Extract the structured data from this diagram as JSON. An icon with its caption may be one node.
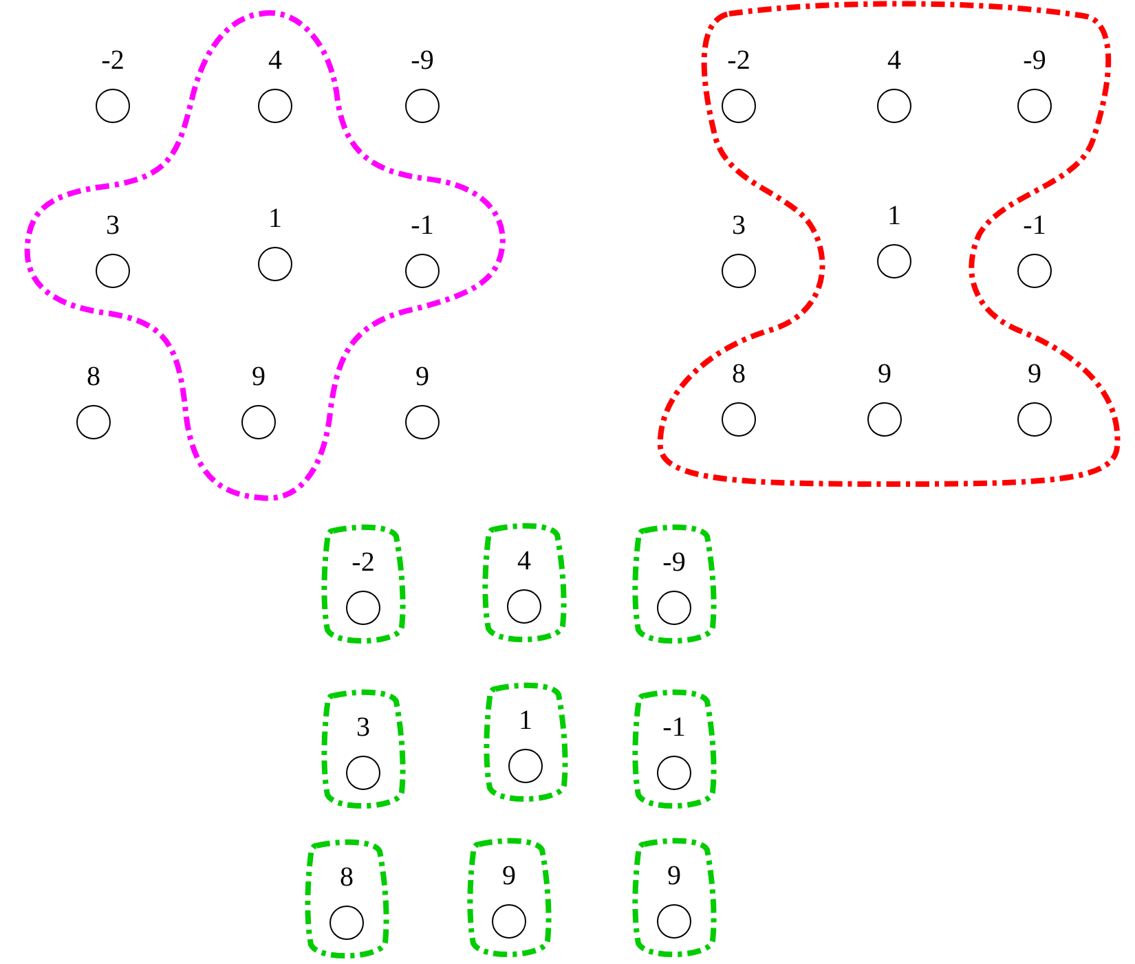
{
  "diagram": {
    "nodes": [
      {
        "text": [],
        "shape": "blob"
      },
      {
        "text": [
          "-2"
        ]
      },
      {
        "text": [
          "4"
        ],
        "in": 0
      },
      {
        "text": [
          "-9"
        ]
      },
      {
        "text": [
          "3"
        ],
        "in": 0
      },
      {
        "text": [
          "1"
        ],
        "in": 0
      },
      {
        "text": [
          "-1"
        ],
        "in": 0
      },
      {
        "text": [
          "8"
        ]
      },
      {
        "text": [
          "9"
        ],
        "in": 0
      },
      {
        "text": [
          "9"
        ]
      },
      {
        "text": [],
        "shape": "blob"
      },
      {
        "text": [
          "-2"
        ],
        "in": 10
      },
      {
        "text": [
          "4"
        ],
        "in": 10
      },
      {
        "text": [
          "-9"
        ],
        "in": 10
      },
      {
        "text": [
          "3"
        ]
      },
      {
        "text": [
          "1"
        ],
        "in": 10
      },
      {
        "text": [
          "-1"
        ]
      },
      {
        "text": [
          "8"
        ],
        "in": 10
      },
      {
        "text": [
          "9"
        ],
        "in": 10
      },
      {
        "text": [
          "9"
        ],
        "in": 10
      },
      {
        "text": [],
        "shape": "blob"
      },
      {
        "text": [
          "-2"
        ],
        "in": 20
      },
      {
        "text": [],
        "shape": "blob"
      },
      {
        "text": [
          "4"
        ],
        "in": 22
      },
      {
        "text": [],
        "shape": "blob"
      },
      {
        "text": [
          "-9"
        ],
        "in": 24
      },
      {
        "text": [],
        "shape": "blob"
      },
      {
        "text": [
          "3"
        ],
        "in": 26
      },
      {
        "text": [],
        "shape": "blob"
      },
      {
        "text": [
          "1"
        ],
        "in": 28
      },
      {
        "text": [],
        "shape": "blob"
      },
      {
        "text": [
          "-1"
        ],
        "in": 30
      },
      {
        "text": [],
        "shape": "blob"
      },
      {
        "text": [
          "8"
        ],
        "in": 32
      },
      {
        "text": [],
        "shape": "blob"
      },
      {
        "text": [
          "9"
        ],
        "in": 34
      },
      {
        "text": [],
        "shape": "blob"
      },
      {
        "text": [
          "9"
        ],
        "in": 36
      }
    ]
  }
}
